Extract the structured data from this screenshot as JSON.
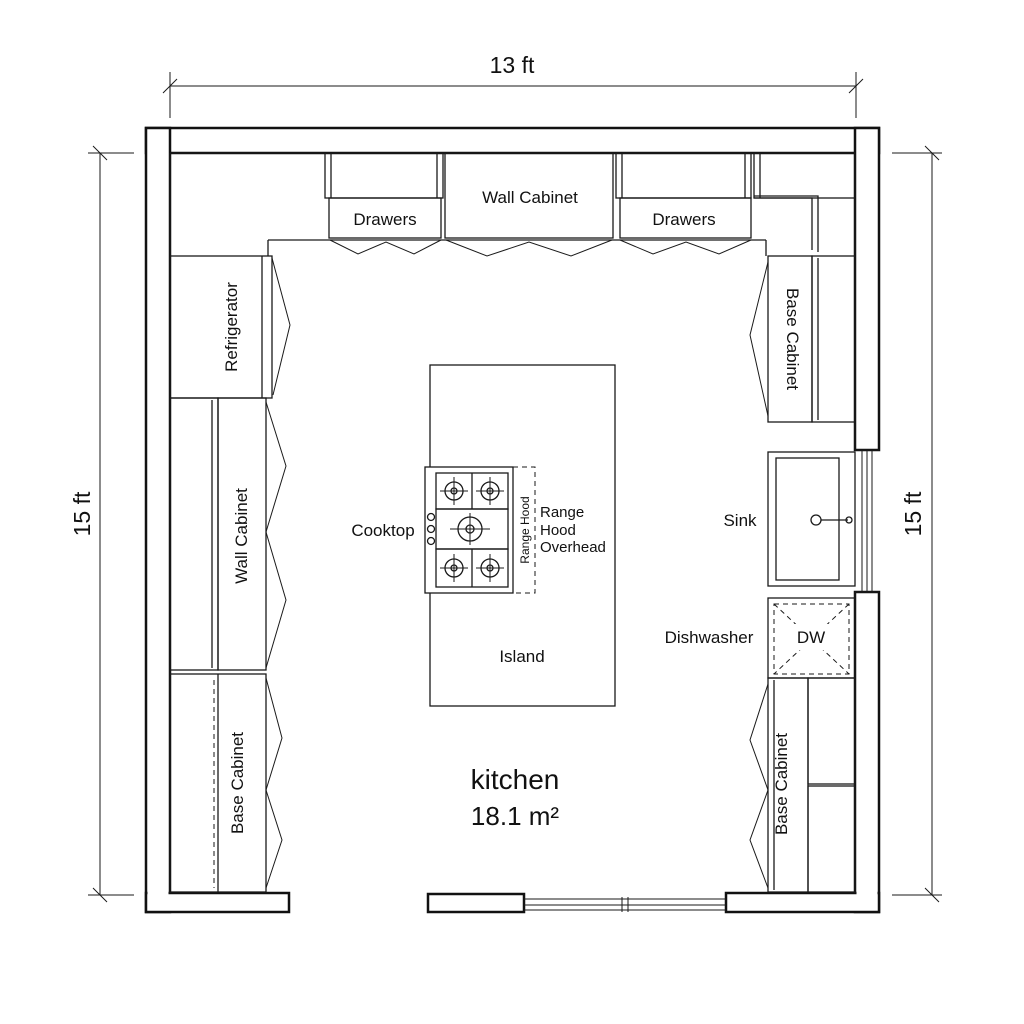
{
  "dimensions": {
    "width": "13 ft",
    "height_left": "15 ft",
    "height_right": "15 ft"
  },
  "labels": {
    "drawers_left": "Drawers",
    "wall_cabinet_top": "Wall Cabinet",
    "drawers_right": "Drawers",
    "refrigerator": "Refrigerator",
    "wall_cabinet_left": "Wall Cabinet",
    "base_cabinet_left": "Base Cabinet",
    "base_cabinet_right_top": "Base Cabinet",
    "base_cabinet_right_bottom": "Base Cabinet",
    "sink": "Sink",
    "dishwasher": "Dishwasher",
    "dishwasher_abbr": "DW",
    "cooktop": "Cooktop",
    "range_hood_vertical": "Range Hood",
    "range_hood_line1": "Range",
    "range_hood_line2": "Hood",
    "range_hood_line3": "Overhead",
    "island": "Island"
  },
  "room": {
    "name": "kitchen",
    "area": "18.1 m²"
  }
}
